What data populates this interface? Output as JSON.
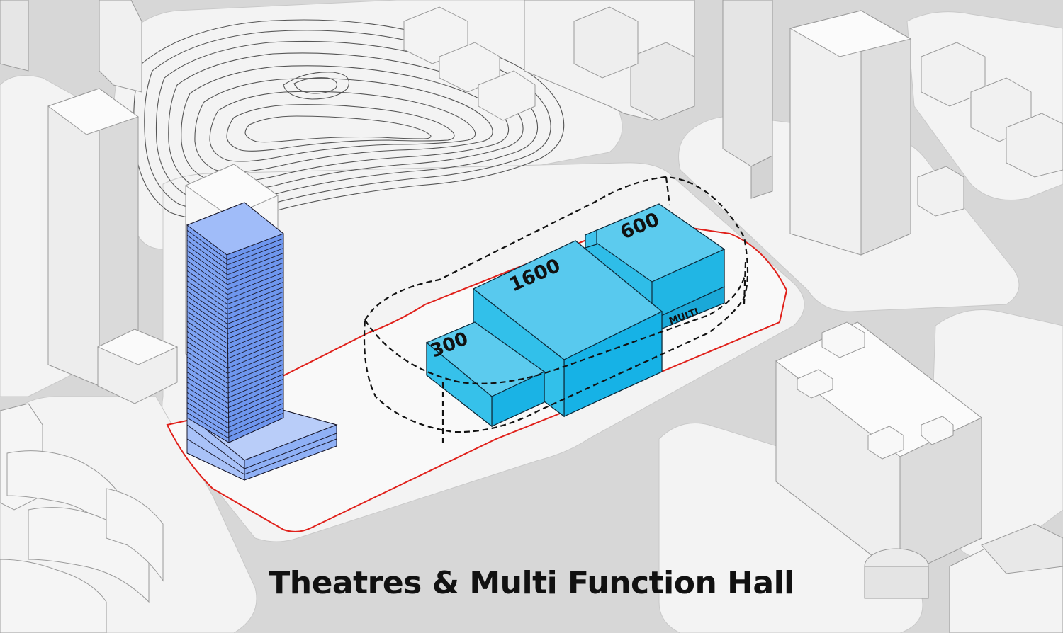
{
  "caption": "Theatres & Multi Function Hall",
  "volumes": {
    "v300": "300",
    "v1600": "1600",
    "v600": "600",
    "multi": "MULTI"
  },
  "colors": {
    "background": "#ebebeb",
    "road": "#d6d6d6",
    "block": "#f4f4f4",
    "theatre_top": "#5bc8ea",
    "theatre_front": "#22b8e6",
    "tower": "#7fa6f5",
    "site_boundary": "#e0201a",
    "envelope": "#111111"
  }
}
